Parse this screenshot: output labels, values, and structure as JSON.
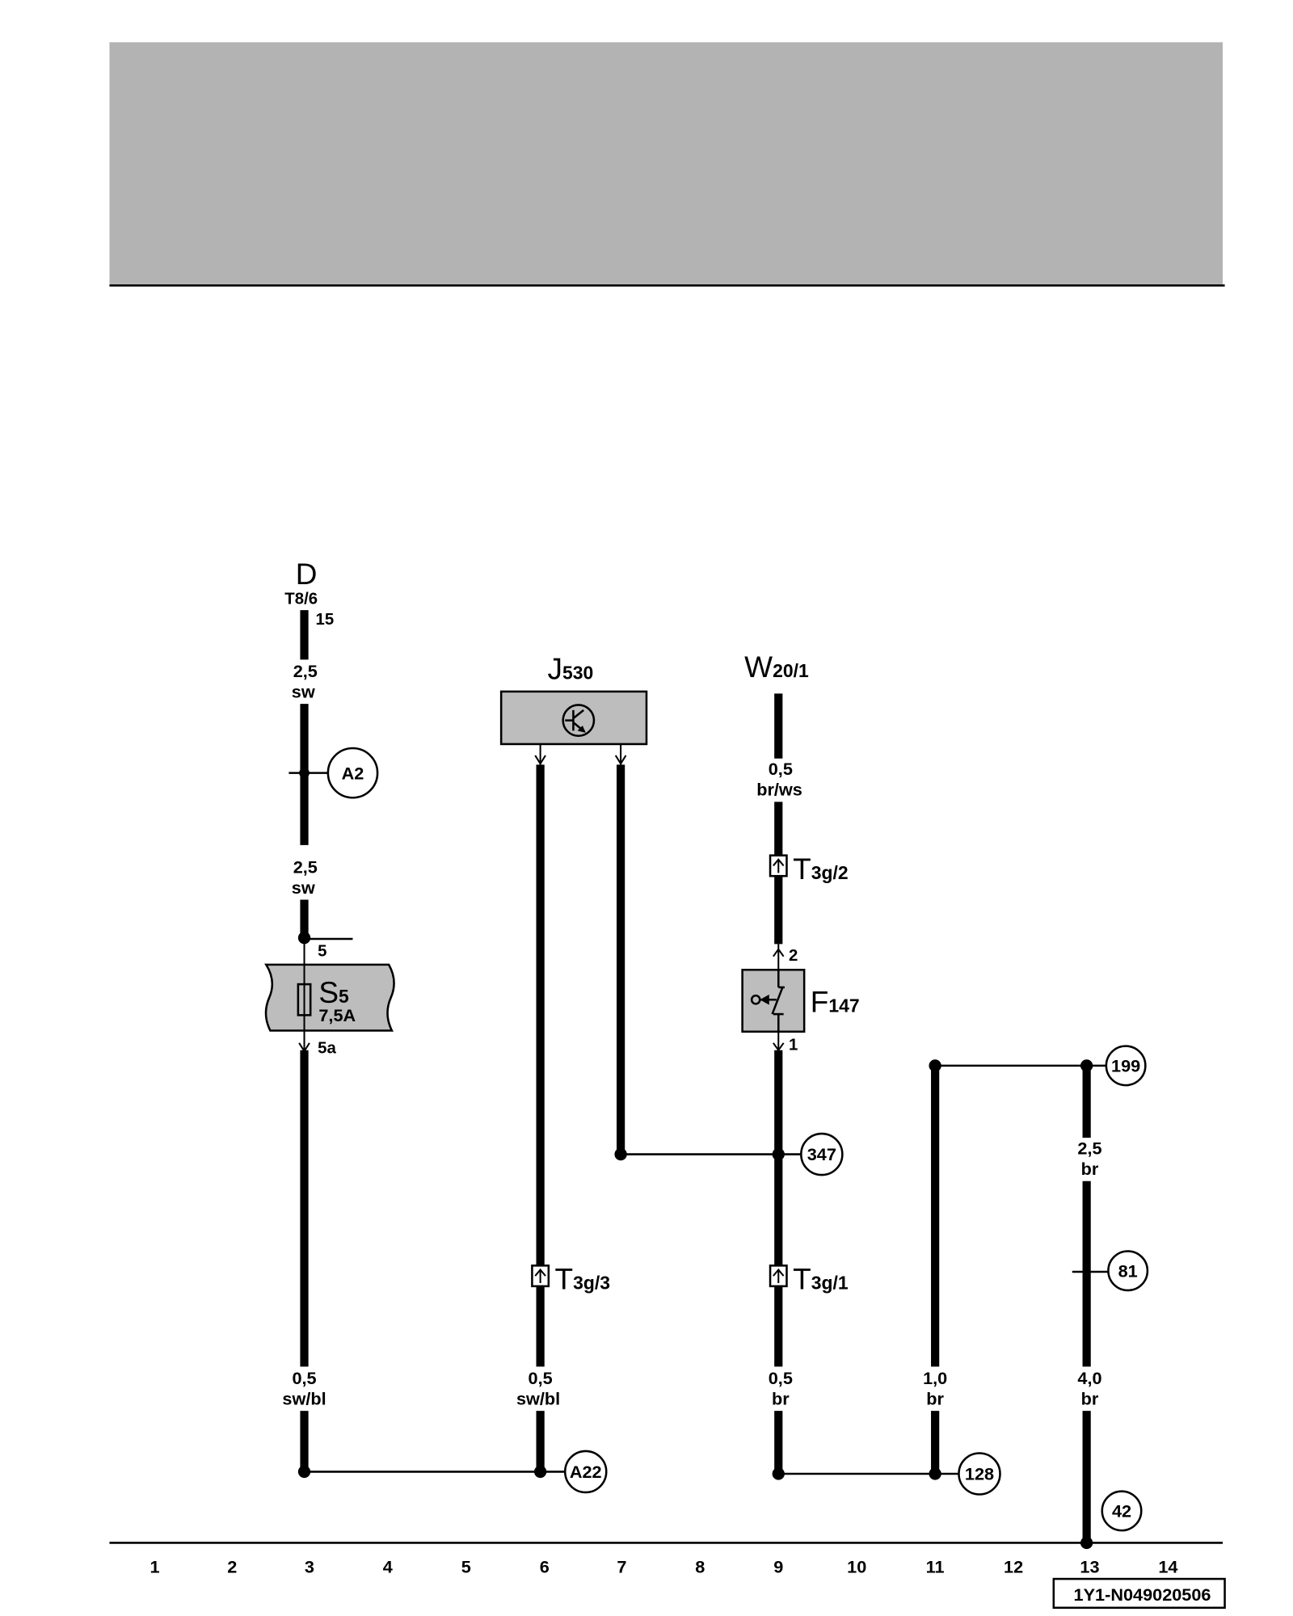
{
  "colors": {
    "header_fill": "#b3b3b3",
    "component_fill": "#bdbdbd",
    "ink": "#000000",
    "paper": "#ffffff"
  },
  "doc_code": "1Y1-N049020506",
  "columns": [
    "1",
    "2",
    "3",
    "4",
    "5",
    "6",
    "7",
    "8",
    "9",
    "10",
    "11",
    "12",
    "13",
    "14"
  ],
  "components": {
    "D": {
      "letter": "D",
      "connector": "T8/6",
      "terminal": "15"
    },
    "J530": {
      "letter": "J",
      "index": "530"
    },
    "W20": {
      "letter": "W",
      "index": "20/1"
    },
    "S5": {
      "letter": "S",
      "index": "5",
      "rating": "7,5A",
      "pin_in": "5",
      "pin_out": "5a"
    },
    "F147": {
      "letter": "F",
      "index": "147",
      "pin_top": "2",
      "pin_bottom": "1"
    },
    "T3g2": {
      "letter": "T",
      "index": "3g/2"
    },
    "T3g3": {
      "letter": "T",
      "index": "3g/3"
    },
    "T3g1": {
      "letter": "T",
      "index": "3g/1"
    }
  },
  "wires": {
    "col3": [
      {
        "size": "2,5",
        "insulation": "sw"
      },
      {
        "size": "2,5",
        "insulation": "sw"
      },
      {
        "size": "0,5",
        "insulation": "sw/bl"
      }
    ],
    "col6": [
      {
        "size": "0,5",
        "insulation": "sw/bl"
      }
    ],
    "col9": [
      {
        "size": "0,5",
        "insulation": "br/ws"
      },
      {
        "size": "0,5",
        "insulation": "br"
      }
    ],
    "col11": [
      {
        "size": "1,0",
        "insulation": "br"
      }
    ],
    "col13": [
      {
        "size": "2,5",
        "insulation": "br"
      },
      {
        "size": "4,0",
        "insulation": "br"
      }
    ]
  },
  "references": {
    "A2": "A2",
    "A22": "A22",
    "r347": "347",
    "r128": "128",
    "r199": "199",
    "r81": "81",
    "r42": "42"
  }
}
